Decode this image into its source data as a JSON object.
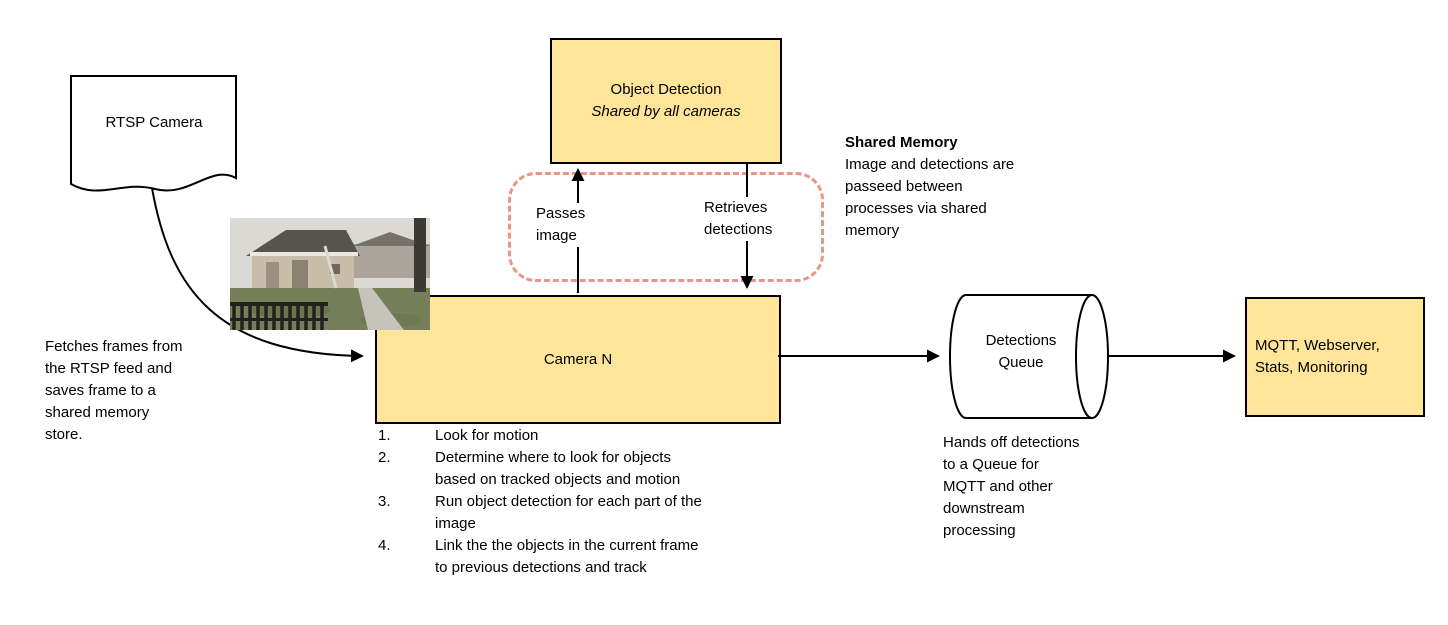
{
  "colors": {
    "node_fill": "#ffe599",
    "node_border": "#000000",
    "shared_memory_outline": "#ec9488"
  },
  "rtsp_camera": {
    "label": "RTSP Camera"
  },
  "fetch_note": "Fetches frames from the RTSP feed and saves frame to a shared memory store.",
  "object_detection": {
    "title": "Object Detection",
    "subtitle": "Shared by all cameras"
  },
  "shared_memory_note": {
    "title": "Shared Memory",
    "body": "Image and detections are passeed between processes via shared memory"
  },
  "arrow_labels": {
    "passes_image": "Passes image",
    "retrieves_detections": "Retrieves detections"
  },
  "camera_n": {
    "label": "Camera N",
    "steps": [
      {
        "num": "1.",
        "text": "Look for motion"
      },
      {
        "num": "2.",
        "text": "Determine where to look for objects based on tracked objects and motion"
      },
      {
        "num": "3.",
        "text": "Run object detection for each part of the image"
      },
      {
        "num": "4.",
        "text": "Link the the objects in the current frame to previous detections and track"
      }
    ]
  },
  "detections_queue": {
    "label": "Detections Queue",
    "note": "Hands off detections to a Queue for MQTT and other downstream processing"
  },
  "output_node": {
    "label": "MQTT, Webserver, Stats, Monitoring"
  }
}
